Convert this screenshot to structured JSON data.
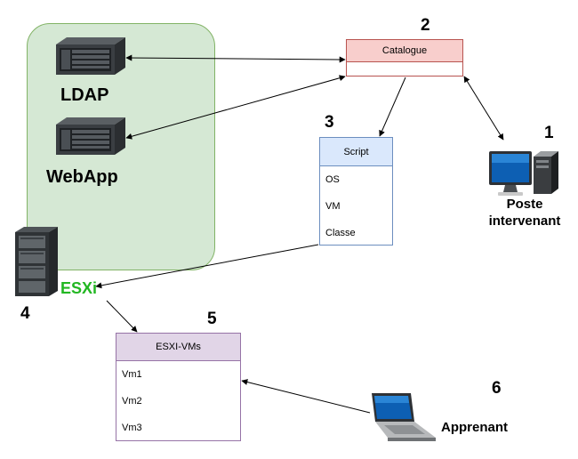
{
  "nodes": {
    "ldap": "LDAP",
    "webapp": "WebApp",
    "esxi": "ESXi",
    "poste_line1": "Poste",
    "poste_line2": "intervenant",
    "apprenant": "Apprenant"
  },
  "numbers": {
    "n1": "1",
    "n2": "2",
    "n3": "3",
    "n4": "4",
    "n5": "5",
    "n6": "6"
  },
  "catalogue": {
    "title": "Catalogue"
  },
  "script": {
    "title": "Script",
    "items": [
      "OS",
      "VM",
      "Classe"
    ]
  },
  "esxi_vms": {
    "title": "ESXI-VMs",
    "items": [
      "Vm1",
      "Vm2",
      "Vm3"
    ]
  },
  "icons": {
    "ldap": "rack-server-icon",
    "webapp": "rack-server-icon",
    "esxi": "tower-server-icon",
    "poste": "desktop-computer-icon",
    "apprenant": "laptop-icon"
  },
  "colors": {
    "cluster_fill": "#d5e8d4",
    "cluster_stroke": "#82b366",
    "catalogue_fill": "#f8cecc",
    "catalogue_stroke": "#b85450",
    "script_fill": "#dae8fc",
    "script_stroke": "#6c8ebf",
    "vms_fill": "#e1d5e7",
    "vms_stroke": "#9673a6",
    "esxi_label": "#22b722"
  }
}
